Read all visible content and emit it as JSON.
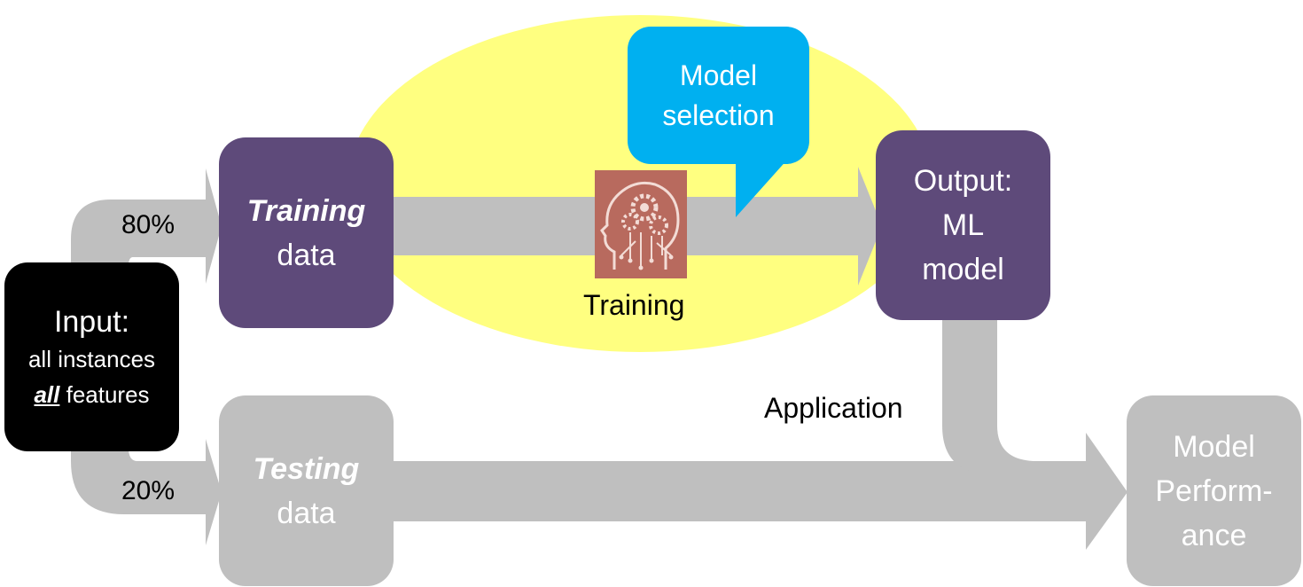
{
  "input_box": {
    "line1": "Input:",
    "line2": "all instances",
    "line3_emphasis": "all",
    "line3_rest": " features"
  },
  "split_labels": {
    "training_pct": "80%",
    "testing_pct": "20%"
  },
  "training_data_box": {
    "emphasis": "Training",
    "rest": "data"
  },
  "testing_data_box": {
    "emphasis": "Testing",
    "rest": "data"
  },
  "training_step": {
    "label": "Training",
    "icon": "brain-gears-icon"
  },
  "model_selection_callout": {
    "line1": "Model",
    "line2": "selection"
  },
  "output_box": {
    "line1": "Output:",
    "line2": "ML",
    "line3": "model"
  },
  "application_label": "Application",
  "performance_box": {
    "line1": "Model",
    "line2": "Perform-",
    "line3": "ance"
  },
  "colors": {
    "highlight_ellipse": "#ffff80",
    "purple_box": "#5e4a7a",
    "grey_arrow": "#bfbfbf",
    "callout": "#00b0f0",
    "input_box": "#000000",
    "icon_background": "#b86a5e"
  }
}
